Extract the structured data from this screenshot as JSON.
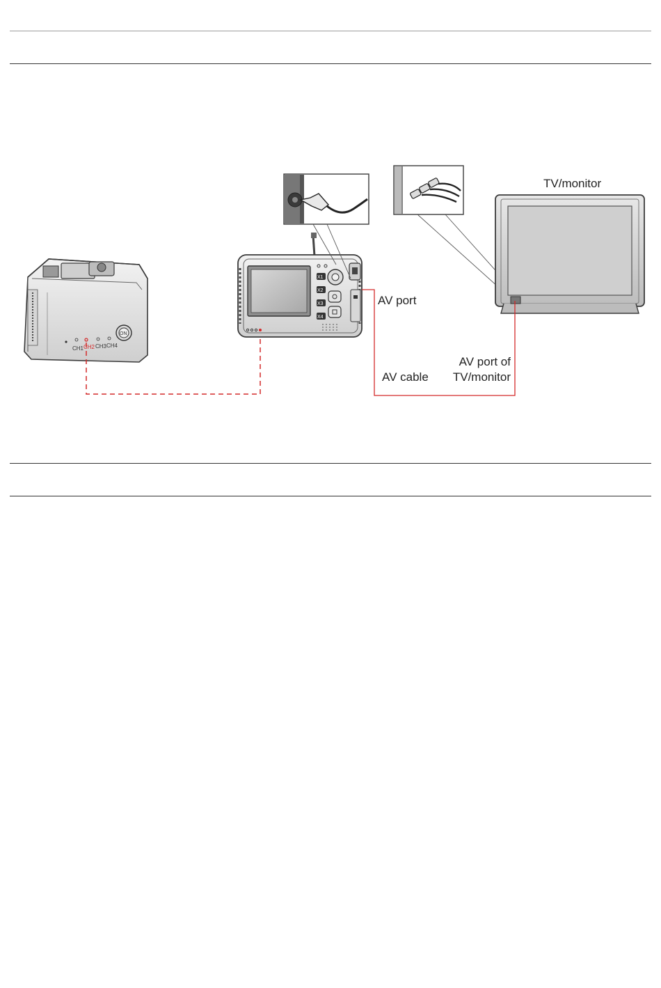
{
  "diagram": {
    "labels": {
      "tv_monitor": "TV/monitor",
      "av_port": "AV port",
      "av_cable": "AV cable",
      "av_port_of_tv_line1": "AV port of",
      "av_port_of_tv_line2": "TV/monitor"
    },
    "camera_channel_labels": [
      "CH1",
      "CH2",
      "CH3",
      "CH4"
    ],
    "monitor_side_buttons": [
      "X1",
      "X2",
      "X3",
      "X4"
    ],
    "camera_power_button": "ON",
    "colors": {
      "cable": "#d42a2a",
      "line_art": "#3a3a3a",
      "device_fill": "#e6e6e6",
      "tv_fill": "#d0d0d0"
    }
  }
}
